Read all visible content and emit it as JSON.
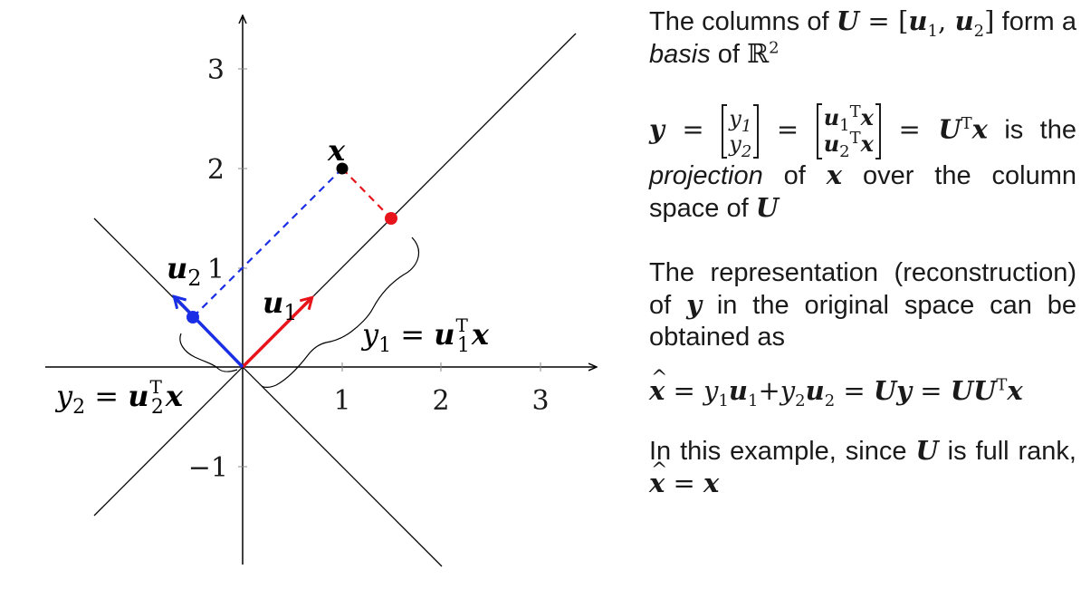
{
  "axes": {
    "x_range": [
      -2,
      3.5
    ],
    "y_range": [
      -2,
      3.5
    ],
    "x_ticks": [
      "1",
      "2",
      "3"
    ],
    "y_ticks": [
      "3",
      "2",
      "1",
      "−1"
    ]
  },
  "point_x": {
    "label": "x",
    "coords": [
      1,
      2
    ],
    "color": "#000000"
  },
  "projection_point": {
    "coords": [
      1.5,
      1.5
    ],
    "color": "#e8141c"
  },
  "projection_point_2": {
    "coords": [
      -0.5,
      0.5
    ],
    "color": "#1a2ee6"
  },
  "vector_u1": {
    "label": "u",
    "sub": "1",
    "tip": [
      0.707,
      0.707
    ],
    "color": "#e8141c"
  },
  "vector_u2": {
    "label": "u",
    "sub": "2",
    "tip": [
      -0.707,
      0.707
    ],
    "color": "#1a2ee6"
  },
  "label_y1": {
    "lhs": "y",
    "sub": "1",
    "eq": " = ",
    "rhs": "u",
    "rsub": "1",
    "rsup": "T",
    "tail": "x"
  },
  "label_y2": {
    "lhs": "y",
    "sub": "2",
    "eq": " = ",
    "rhs": "u",
    "rsub": "2",
    "rsup": "T",
    "tail": "x"
  },
  "panel": {
    "p1_a": "The columns of ",
    "p1_b": " form a ",
    "p1_basis": "basis",
    "p1_c": " of ",
    "p2_is": " is the ",
    "p2_projection": "projection",
    "p2_of": " of ",
    "p2_over": " over the column space of ",
    "p3": "The representation (reconstruction) of ",
    "p3_b": " in the original space can be obtained as",
    "p5_a": "In this example, since ",
    "p5_b": " is full rank, "
  }
}
